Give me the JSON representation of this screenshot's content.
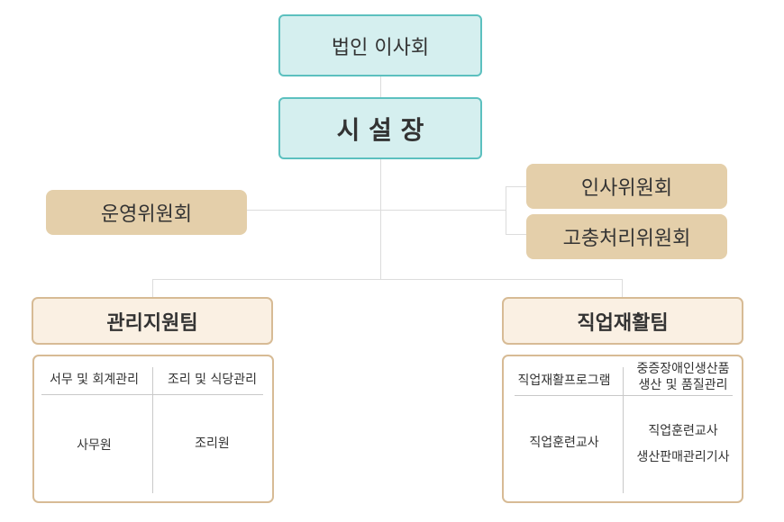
{
  "board": {
    "label": "법인 이사회"
  },
  "director": {
    "label": "시 설 장"
  },
  "operations_committee": {
    "label": "운영위원회"
  },
  "hr_committee": {
    "label": "인사위원회"
  },
  "grievance_committee": {
    "label": "고충처리위원회"
  },
  "admin_team": {
    "label": "관리지원팀",
    "columns": [
      {
        "header": "서무 및 회계관리",
        "staff": "사무원"
      },
      {
        "header": "조리 및 식당관리",
        "staff": "조리원"
      }
    ]
  },
  "rehab_team": {
    "label": "직업재활팀",
    "columns": [
      {
        "header": "직업재활프로그램",
        "staff": "직업훈련교사"
      },
      {
        "header_line1": "중증장애인생산품",
        "header_line2": "생산 및 품질관리",
        "staff_line1": "직업훈련교사",
        "staff_line2": "생산판매관리기사"
      }
    ]
  },
  "colors": {
    "teal_fill": "#d5efef",
    "teal_border": "#5cc0bf",
    "tan_fill": "#e4cfaa",
    "cream_fill": "#faf0e3",
    "cream_border": "#d7bb95",
    "line": "#dddddd"
  }
}
